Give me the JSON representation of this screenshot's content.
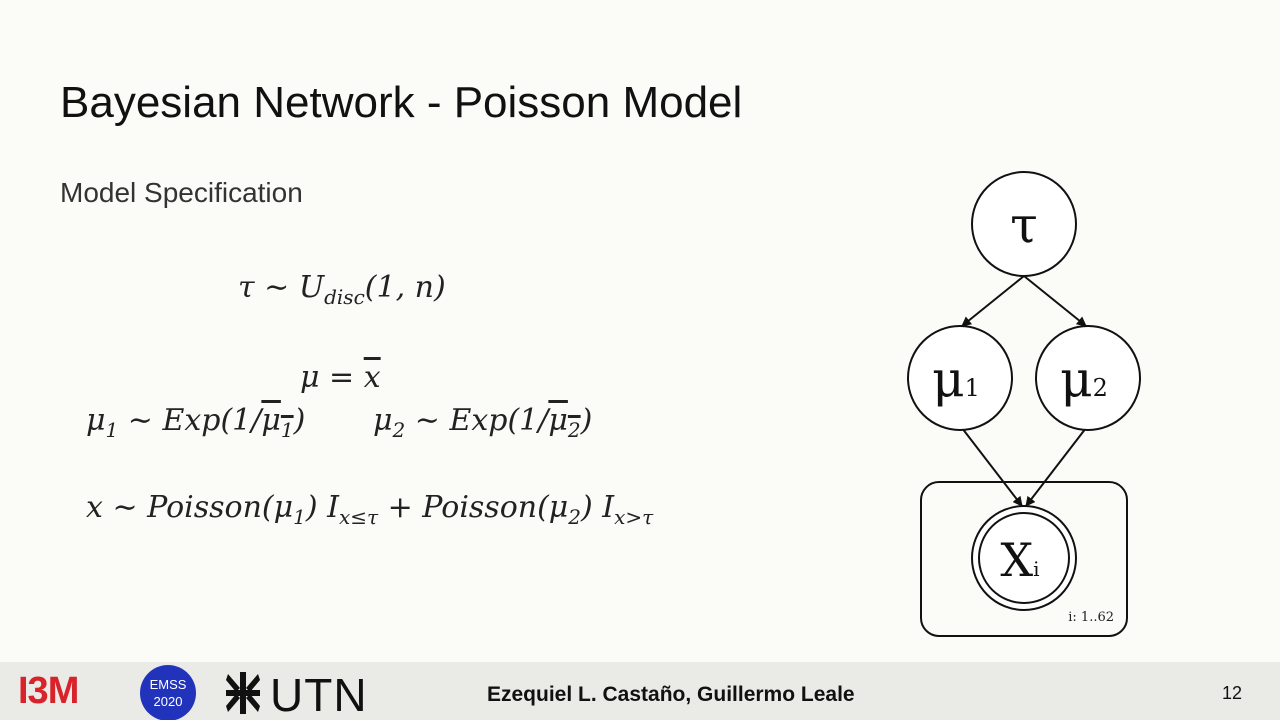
{
  "slide": {
    "title": "Bayesian Network - Poisson Model",
    "subtitle": "Model Specification"
  },
  "equations": {
    "tau": {
      "lhs": "τ ∼ ",
      "dist": "U",
      "sub": "disc",
      "args": "(1, n)"
    },
    "mu": {
      "text": "μ = ",
      "bar": "x"
    },
    "mu1": {
      "lhs": "μ",
      "sub": "1",
      "rel": " ∼ Exp(1/",
      "bar": "μ",
      "barsub": "1",
      "close": ")"
    },
    "mu2": {
      "lhs": "μ",
      "sub": "2",
      "rel": " ∼ Exp(1/",
      "bar": "μ",
      "barsub": "2",
      "close": ")"
    },
    "x": {
      "lhs": "x ∼ Poisson(μ",
      "sub1": "1",
      "mid1": ") I",
      "ind1": "x≤τ",
      "mid2": " + Poisson(μ",
      "sub2": "2",
      "mid3": ") I",
      "ind2": "x>τ"
    }
  },
  "diagram": {
    "nodes": {
      "tau": "τ",
      "mu1": "μ",
      "mu1_sub": "1",
      "mu2": "μ",
      "mu2_sub": "2",
      "xi": "X",
      "xi_sub": "i"
    },
    "plate_label": "i: 1..62"
  },
  "footer": {
    "logo_i3m": "I3M",
    "emss_line1": "EMSS",
    "emss_line2": "2020",
    "logo_utn": "UTN",
    "authors": "Ezequiel L. Castaño, Guillermo Leale",
    "page_number": "12"
  },
  "colors": {
    "background": "#fbfbf8",
    "footer": "#eaeae6",
    "i3m_red": "#d8232a",
    "emss_blue": "#2233bb"
  }
}
